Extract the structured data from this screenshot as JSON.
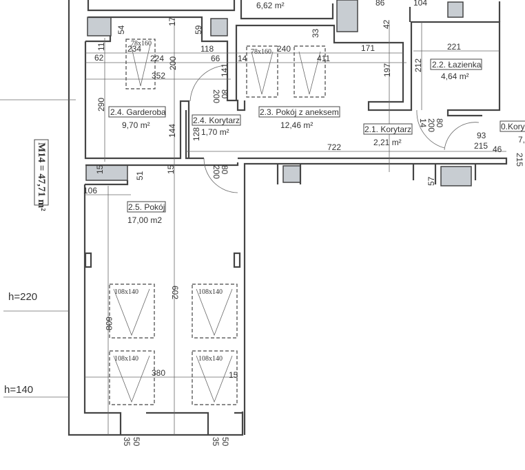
{
  "total_area": "M14 = 47,71 m²",
  "heights": {
    "h220": "h=220",
    "h140": "h=140"
  },
  "rooms": {
    "garderoba": {
      "name": "2.4. Garderoba",
      "area": "9,70 m²"
    },
    "korytarz24": {
      "name": "2.4. Korytarz",
      "area": "1,70 m²"
    },
    "pokoj_aneks": {
      "name": "2.3. Pokój z aneksem",
      "area": "12,46 m²"
    },
    "lazienka": {
      "name": "2.2. Łazienka",
      "area": "4,64 m²"
    },
    "korytarz21": {
      "name": "2.1. Korytarz",
      "area": "2,21 m²"
    },
    "pokoj25": {
      "name": "2.5. Pokój",
      "area": "17,00 m2"
    },
    "korytarz0": {
      "name": "0.Kory",
      "area": "7,"
    },
    "top_partial": {
      "area": "6,62 m²"
    }
  },
  "windows": {
    "small": "78x160",
    "large": "108x140"
  },
  "dims": {
    "d54": "54",
    "d17": "17",
    "d59": "59",
    "d33": "33",
    "d86": "86",
    "d104": "104",
    "d42": "42",
    "d11": "11",
    "d234": "234",
    "d62": "62",
    "d224": "224",
    "d352": "352",
    "d200a": "200",
    "d118": "118",
    "d66": "66",
    "d141": "141",
    "d14a": "14",
    "d240": "240",
    "d411": "411",
    "d171": "171",
    "d221": "221",
    "d197": "197",
    "d212": "212",
    "d290": "290",
    "d144": "144",
    "d128": "128",
    "d722": "722",
    "door80a": "80",
    "door200a": "200",
    "door80b": "80",
    "door200b": "200",
    "door80c": "80",
    "door200c": "200",
    "d14b": "14",
    "d93": "93",
    "d215a": "215",
    "d46": "46",
    "d215b": "215",
    "d57": "57",
    "d15a": "15",
    "d15b": "15",
    "d51": "51",
    "d106": "106",
    "d608": "608",
    "d602": "602",
    "d380": "380",
    "d15c": "15",
    "w35a": "35",
    "w50a": "50",
    "w35b": "35",
    "w50b": "50"
  }
}
